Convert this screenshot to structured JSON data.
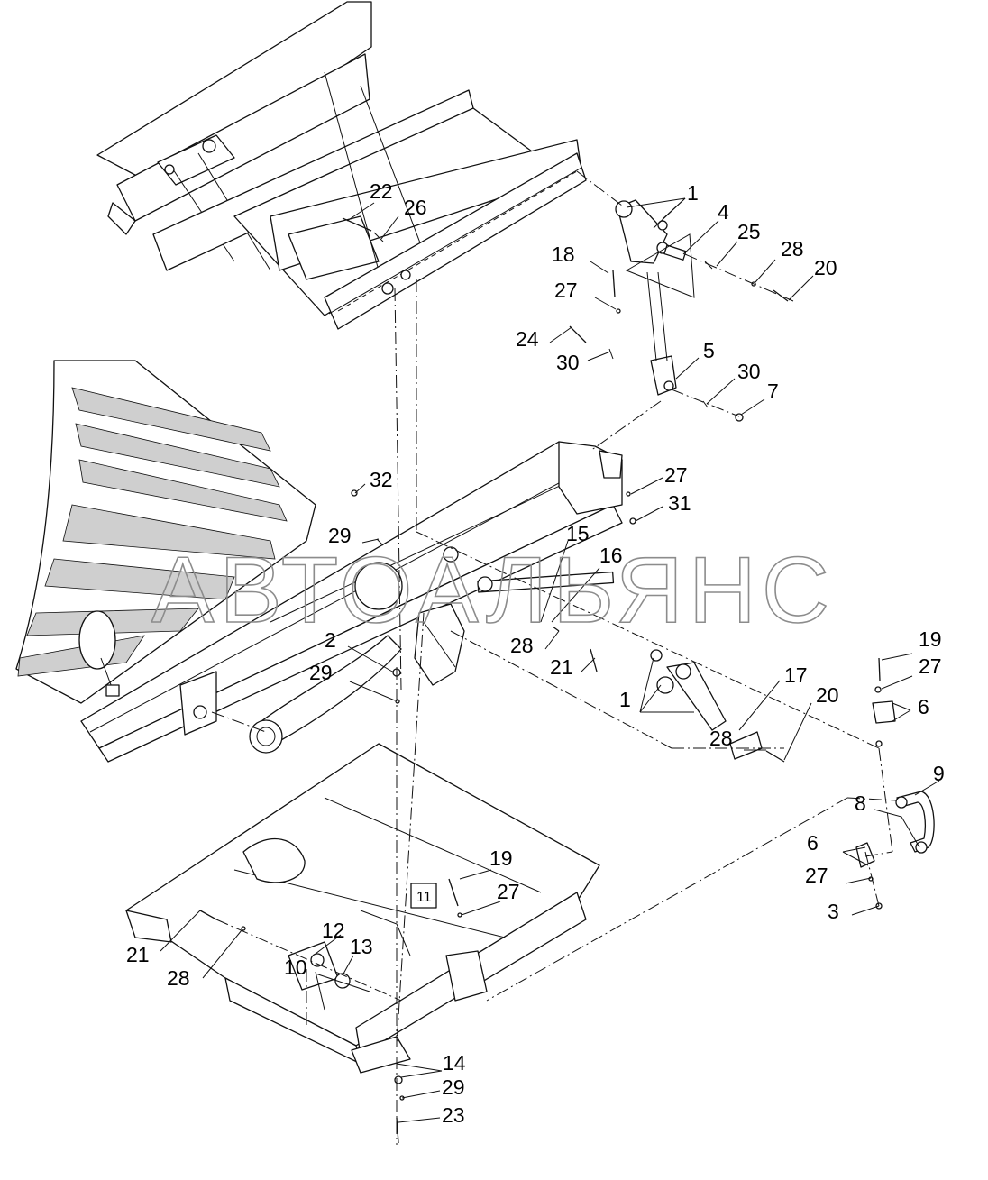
{
  "watermark": "АВТОАЛЬЯНС",
  "assembly_box_label": "11",
  "callouts": [
    {
      "id": "c1a",
      "text": "1"
    },
    {
      "id": "c4",
      "text": "4"
    },
    {
      "id": "c25",
      "text": "25"
    },
    {
      "id": "c28a",
      "text": "28"
    },
    {
      "id": "c20a",
      "text": "20"
    },
    {
      "id": "c22",
      "text": "22"
    },
    {
      "id": "c26",
      "text": "26"
    },
    {
      "id": "c18",
      "text": "18"
    },
    {
      "id": "c27a",
      "text": "27"
    },
    {
      "id": "c24",
      "text": "24"
    },
    {
      "id": "c30a",
      "text": "30"
    },
    {
      "id": "c5",
      "text": "5"
    },
    {
      "id": "c30b",
      "text": "30"
    },
    {
      "id": "c7",
      "text": "7"
    },
    {
      "id": "c27b",
      "text": "27"
    },
    {
      "id": "c31",
      "text": "31"
    },
    {
      "id": "c32",
      "text": "32"
    },
    {
      "id": "c29a",
      "text": "29"
    },
    {
      "id": "c15",
      "text": "15"
    },
    {
      "id": "c16",
      "text": "16"
    },
    {
      "id": "c2",
      "text": "2"
    },
    {
      "id": "c28b",
      "text": "28"
    },
    {
      "id": "c21a",
      "text": "21"
    },
    {
      "id": "c29b",
      "text": "29"
    },
    {
      "id": "c1b",
      "text": "1"
    },
    {
      "id": "c17",
      "text": "17"
    },
    {
      "id": "c20b",
      "text": "20"
    },
    {
      "id": "c28c",
      "text": "28"
    },
    {
      "id": "c19a",
      "text": "19"
    },
    {
      "id": "c27c",
      "text": "27"
    },
    {
      "id": "c6a",
      "text": "6"
    },
    {
      "id": "c9",
      "text": "9"
    },
    {
      "id": "c8",
      "text": "8"
    },
    {
      "id": "c6b",
      "text": "6"
    },
    {
      "id": "c27d",
      "text": "27"
    },
    {
      "id": "c3",
      "text": "3"
    },
    {
      "id": "c19b",
      "text": "19"
    },
    {
      "id": "c27e",
      "text": "27"
    },
    {
      "id": "c21b",
      "text": "21"
    },
    {
      "id": "c28d",
      "text": "28"
    },
    {
      "id": "c12",
      "text": "12"
    },
    {
      "id": "c13",
      "text": "13"
    },
    {
      "id": "c10",
      "text": "10"
    },
    {
      "id": "c14",
      "text": "14"
    },
    {
      "id": "c29c",
      "text": "29"
    },
    {
      "id": "c23",
      "text": "23"
    }
  ]
}
